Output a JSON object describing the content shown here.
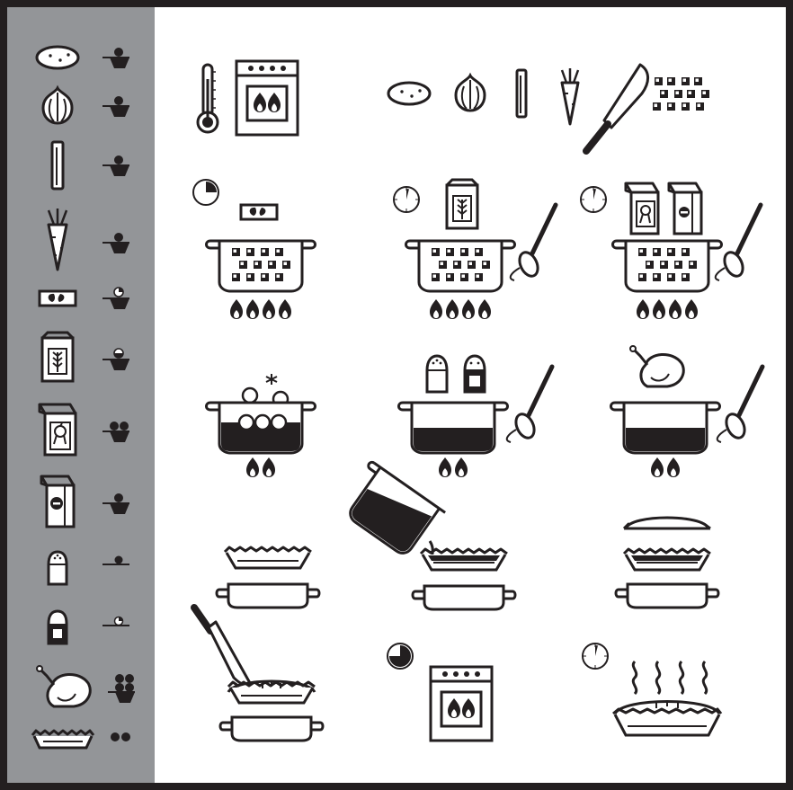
{
  "colors": {
    "ink": "#231f20",
    "sidebar": "#939598",
    "paper": "#ffffff"
  },
  "ingredients": [
    {
      "icon": "potato-icon",
      "quantity_icon": "measure-heaped-icon"
    },
    {
      "icon": "onion-icon",
      "quantity_icon": "measure-heaped-icon"
    },
    {
      "icon": "celery-stick-icon",
      "quantity_icon": "measure-heaped-icon"
    },
    {
      "icon": "carrot-icon",
      "quantity_icon": "measure-heaped-icon"
    },
    {
      "icon": "herb-cube-icon",
      "quantity_icon": "measure-quarter-icon"
    },
    {
      "icon": "flour-bag-icon",
      "quantity_icon": "measure-half-icon"
    },
    {
      "icon": "chicken-stock-carton-icon",
      "quantity_icon": "measure-double-icon"
    },
    {
      "icon": "milk-carton-icon",
      "quantity_icon": "measure-heaped-icon"
    },
    {
      "icon": "salt-shaker-icon",
      "quantity_icon": "measure-pinch-icon"
    },
    {
      "icon": "pepper-shaker-icon",
      "quantity_icon": "measure-pinch-quarter-icon"
    },
    {
      "icon": "chicken-icon",
      "quantity_icon": "measure-four-icon"
    },
    {
      "icon": "pie-crust-icon",
      "quantity_icon": "two-dots-icon"
    }
  ],
  "steps": [
    {
      "id": "preheat-oven",
      "icons": [
        "thermometer-icon",
        "oven-icon"
      ]
    },
    {
      "id": "chop-vegetables",
      "icons": [
        "potato-icon",
        "onion-icon",
        "celery-stick-icon",
        "carrot-icon",
        "knife-icon",
        "diced-pieces-icon"
      ]
    },
    {
      "id": "cook-with-herb-cube",
      "icons": [
        "timer-icon",
        "herb-cube-icon",
        "pot-icon",
        "flame-icon"
      ],
      "timer_fraction": 0.25,
      "flames": 4
    },
    {
      "id": "stir-in-flour",
      "icons": [
        "timer-icon",
        "flour-bag-icon",
        "pot-icon",
        "spoon-icon",
        "flame-icon"
      ],
      "timer_fraction": 0.04,
      "flames": 4
    },
    {
      "id": "add-stock-and-milk",
      "icons": [
        "timer-icon",
        "chicken-stock-carton-icon",
        "milk-carton-icon",
        "pot-icon",
        "spoon-icon",
        "flame-icon"
      ],
      "timer_fraction": 0.04,
      "flames": 4
    },
    {
      "id": "bring-to-boil",
      "icons": [
        "bubbles-icon",
        "pot-icon",
        "flame-icon"
      ],
      "flames": 2
    },
    {
      "id": "season",
      "icons": [
        "salt-shaker-icon",
        "pepper-shaker-icon",
        "pot-icon",
        "spoon-icon",
        "flame-icon"
      ],
      "flames": 2
    },
    {
      "id": "add-chicken",
      "icons": [
        "chicken-icon",
        "pot-icon",
        "spoon-icon",
        "flame-icon"
      ],
      "flames": 2
    },
    {
      "id": "crust-in-dish",
      "icons": [
        "pie-crust-icon",
        "baking-dish-icon"
      ]
    },
    {
      "id": "pour-filling",
      "icons": [
        "pouring-pot-icon",
        "pie-crust-icon",
        "baking-dish-icon"
      ]
    },
    {
      "id": "cover-with-top-crust",
      "icons": [
        "pie-crust-icon",
        "pie-crust-icon",
        "baking-dish-icon"
      ]
    },
    {
      "id": "cut-slits",
      "icons": [
        "knife-icon",
        "pie-icon",
        "baking-dish-icon"
      ]
    },
    {
      "id": "bake",
      "icons": [
        "timer-icon",
        "oven-icon"
      ],
      "timer_fraction": 0.75
    },
    {
      "id": "cool",
      "icons": [
        "timer-icon",
        "steam-icon",
        "pie-icon"
      ],
      "timer_fraction": 0.04
    }
  ]
}
